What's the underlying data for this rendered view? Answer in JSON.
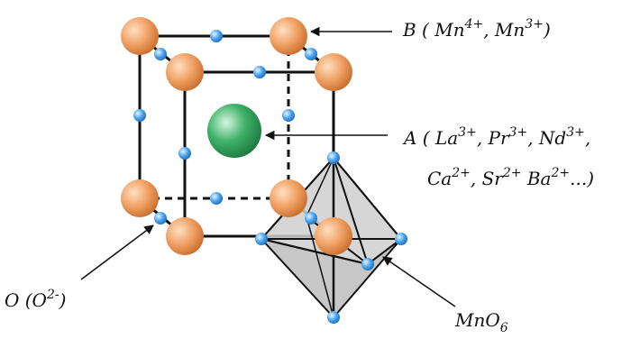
{
  "diagram": {
    "labels": {
      "b_site": {
        "prefix": "B ( Mn",
        "sup1": "4+",
        "mid": ", Mn",
        "sup2": "3+",
        "suffix": ")"
      },
      "a_site": {
        "line1_prefix": "A ( La",
        "line1_sup1": "3+",
        "line1_mid1": ", Pr",
        "line1_sup2": "3+",
        "line1_mid2": ", Nd",
        "line1_sup3": "3+",
        "line1_suffix": ",",
        "line2_prefix": "Ca",
        "line2_sup1": "2+",
        "line2_mid": ", Sr",
        "line2_sup2": "2+",
        "line2_mid2": " Ba",
        "line2_sup3": "2+",
        "line2_suffix": "...)"
      },
      "o_site": {
        "prefix": "O (O",
        "sup": "2-",
        "suffix": ")"
      },
      "octahedron": {
        "prefix": "MnO",
        "sub": "6"
      }
    },
    "colors": {
      "b_atom": "#f0a063",
      "a_atom": "#3fb26a",
      "o_atom": "#4aa3f0",
      "octahedron_fill": "#cfcfcf",
      "edge": "#111111"
    }
  }
}
